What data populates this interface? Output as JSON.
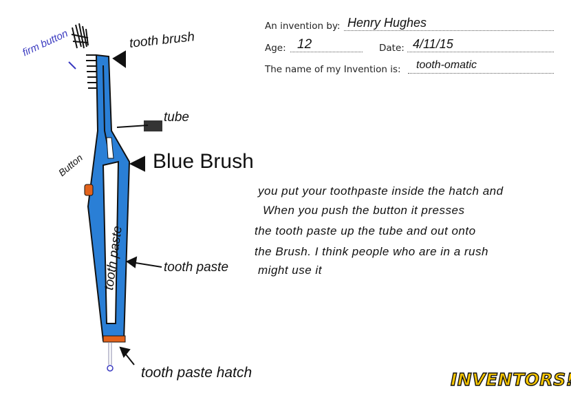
{
  "form": {
    "inventor_label": "An invention by:",
    "inventor_value": "Henry Hughes",
    "age_label": "Age:",
    "age_value": "12",
    "date_label": "Date:",
    "date_value": "4/11/15",
    "name_label": "The name of my Invention is:",
    "name_value": "tooth-omatic"
  },
  "drawing": {
    "labels": {
      "firm_button": "firm button",
      "tooth_brush": "tooth brush",
      "tube": "tube",
      "blue_brush": "Blue Brush",
      "button": "Button",
      "tooth_paste_inside": "tooth paste",
      "tooth_paste": "tooth paste",
      "tooth_paste_hatch": "tooth paste hatch"
    },
    "colors": {
      "body": "#2a7fd6",
      "hatch": "#e2621b",
      "pen": "#1a1a1a",
      "blue_pen": "#3a3ac0"
    }
  },
  "description": [
    "you put your toothpaste inside the hatch and",
    "When you push the button it presses",
    "the tooth paste up the tube and out onto",
    "the Brush. I think people who are in a rush",
    "might use it"
  ],
  "logo": "INVENTORS!"
}
